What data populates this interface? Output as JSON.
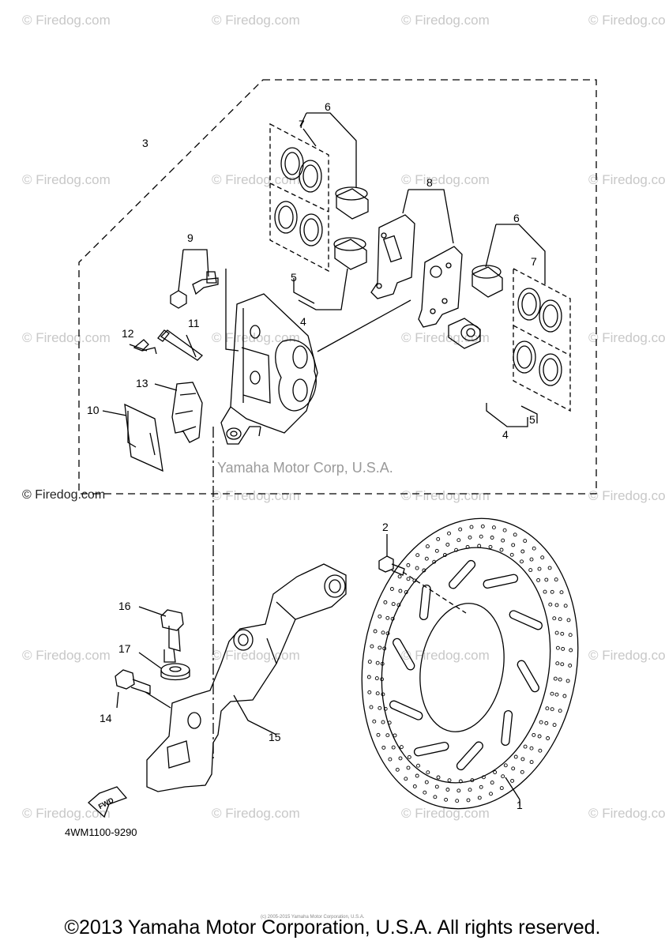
{
  "watermark": "© Firedog.com",
  "watermark_main": "© Firedog.com",
  "credit": "Yamaha Motor Corp, U.S.A.",
  "diagram_code": "4WM1100-9290",
  "fwd_label": "FWD",
  "copyright": "©2013 Yamaha Motor Corporation, U.S.A. All rights reserved.",
  "tiny_copyright": "(c) 2005-2015 Yamaha Motor Corporation, U.S.A.",
  "callouts": {
    "c1": "1",
    "c2": "2",
    "c3": "3",
    "c4a": "4",
    "c4b": "4",
    "c5a": "5",
    "c5b": "5",
    "c6a": "6",
    "c6b": "6",
    "c7a": "7",
    "c7b": "7",
    "c8": "8",
    "c9": "9",
    "c10": "10",
    "c11": "11",
    "c12": "12",
    "c13": "13",
    "c14": "14",
    "c15": "15",
    "c16": "16",
    "c17": "17"
  }
}
